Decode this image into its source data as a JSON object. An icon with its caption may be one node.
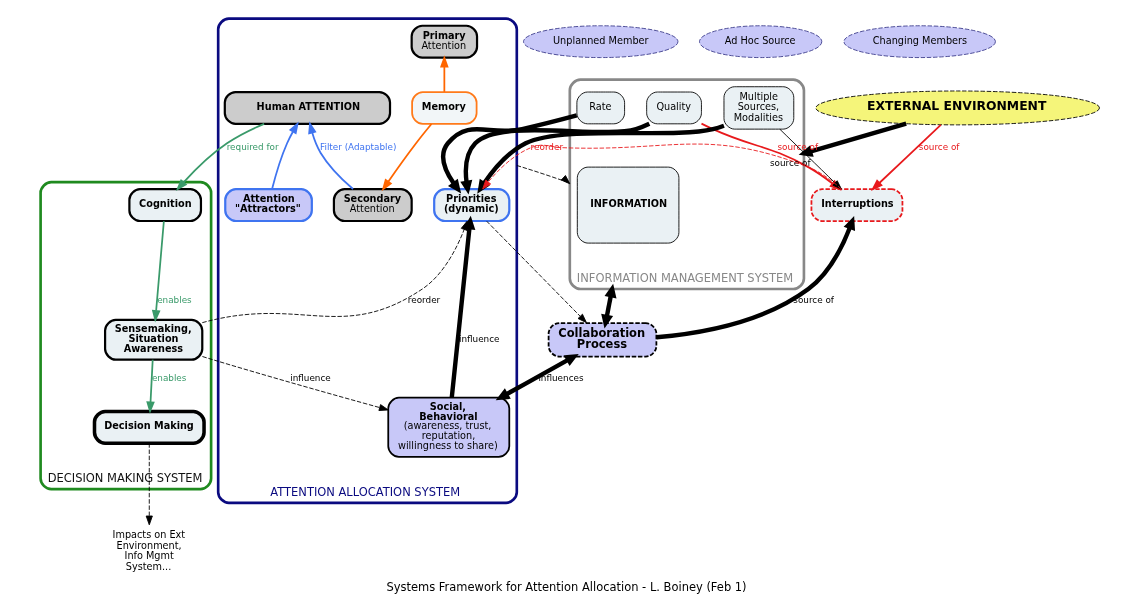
{
  "diagram": {
    "caption": "Systems Framework for Attention Allocation - L. Boiney (Feb 1)",
    "nodes": [
      {
        "text": [
          "EXTERNAL ENVIRONMENT"
        ]
      },
      {
        "text": [
          "INFORMATION MANAGEMENT SYSTEM"
        ]
      },
      {
        "text": [
          "INFORMATION"
        ],
        "in": 1
      },
      {
        "text": [
          "Rate"
        ],
        "in": 1
      },
      {
        "text": [
          "Quality"
        ],
        "in": 1
      },
      {
        "text": [
          "Multiple Sources, Modalities"
        ],
        "in": 1
      },
      {
        "text": [
          "ATTENTION ALLOCATION SYSTEM"
        ]
      },
      {
        "text": [
          "Human ATTENTION"
        ],
        "in": 6
      },
      {
        "text": [
          "Primary",
          "Attention"
        ],
        "in": 6
      },
      {
        "text": [
          "Memory"
        ],
        "in": 6
      },
      {
        "text": [
          "Secondary",
          "Attention"
        ],
        "in": 6
      },
      {
        "text": [
          "Priorities (dynamic)"
        ],
        "in": 6
      },
      {
        "text": [
          "Attention \"Attractors\""
        ],
        "in": 6
      },
      {
        "text": [
          "Social, Behavioral",
          "(awareness, trust, reputation, willingness to share)"
        ],
        "in": 6
      },
      {
        "text": [
          "DECISION MAKING SYSTEM"
        ]
      },
      {
        "text": [
          "Cognition"
        ],
        "in": 14
      },
      {
        "text": [
          "Sensemaking, Situation Awareness"
        ],
        "in": 14
      },
      {
        "text": [
          "Decision Making"
        ],
        "in": 14
      },
      {
        "text": [
          "Interruptions"
        ]
      },
      {
        "text": [
          "Collaboration Process"
        ]
      },
      {
        "text": [
          "Unplanned Member"
        ]
      },
      {
        "text": [
          "Ad Hoc Source"
        ]
      },
      {
        "text": [
          "Changing Members"
        ]
      },
      {
        "text": [
          "Impacts on Ext Environment, Info Mgmt System..."
        ]
      }
    ],
    "edges": [
      {
        "from": 0,
        "to": 1,
        "arrow": "to",
        "style": "thick"
      },
      {
        "from": 0,
        "to": 18,
        "arrow": "to",
        "label": "source of",
        "color": "#e8191c"
      },
      {
        "from": 6,
        "to": 1,
        "arrow": "to",
        "style": "dashed"
      },
      {
        "from": 3,
        "to": 11,
        "arrow": "to",
        "style": "thick"
      },
      {
        "from": 4,
        "to": 11,
        "arrow": "to",
        "style": "thick"
      },
      {
        "from": 5,
        "to": 11,
        "arrow": "to",
        "style": "thick"
      },
      {
        "from": 4,
        "to": 18,
        "arrow": "to",
        "label": "source of",
        "color": "#e8191c"
      },
      {
        "from": 5,
        "to": 18,
        "arrow": "to",
        "label": "source of"
      },
      {
        "from": 19,
        "to": 18,
        "arrow": "to",
        "label": "source of",
        "style": "thick"
      },
      {
        "from": 1,
        "to": 19,
        "arrow": "both",
        "style": "thick"
      },
      {
        "from": 18,
        "to": 11,
        "arrow": "to",
        "label": "reorder",
        "style": "dashed",
        "color": "#e8191c"
      },
      {
        "from": 11,
        "to": 19,
        "arrow": "to",
        "style": "dashed"
      },
      {
        "from": 19,
        "to": 13,
        "arrow": "both",
        "label": "influences",
        "style": "thick"
      },
      {
        "from": 13,
        "to": 11,
        "arrow": "to",
        "label": "influence",
        "style": "thick"
      },
      {
        "from": 16,
        "to": 11,
        "arrow": "to",
        "label": "reorder",
        "style": "dashed"
      },
      {
        "from": 16,
        "to": 13,
        "arrow": "to",
        "label": "influence",
        "style": "dashed"
      },
      {
        "from": 9,
        "to": 8,
        "arrow": "to",
        "color": "#ff6600"
      },
      {
        "from": 9,
        "to": 10,
        "arrow": "to",
        "color": "#ff6600"
      },
      {
        "from": 10,
        "to": 7,
        "arrow": "to",
        "label": "Filter (Adaptable)",
        "color": "#3f74f0"
      },
      {
        "from": 12,
        "to": 7,
        "arrow": "to",
        "color": "#3f74f0"
      },
      {
        "from": 7,
        "to": 15,
        "arrow": "to",
        "label": "required for",
        "color": "#3a9a6a"
      },
      {
        "from": 15,
        "to": 16,
        "arrow": "to",
        "label": "enables",
        "color": "#3a9a6a"
      },
      {
        "from": 16,
        "to": 17,
        "arrow": "to",
        "label": "enables",
        "color": "#3a9a6a"
      },
      {
        "from": 17,
        "to": 23,
        "arrow": "to",
        "style": "dashed"
      }
    ]
  }
}
